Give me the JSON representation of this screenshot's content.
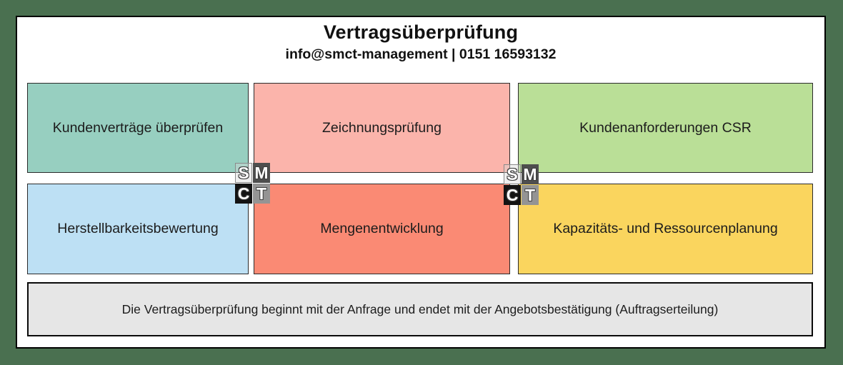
{
  "canvas": {
    "background": "#4A7050",
    "panel_background": "#FFFFFF",
    "panel_border": "#000000"
  },
  "header": {
    "title": "Vertragsüberprüfung",
    "subtitle": "info@smct-management | 0151 16593132"
  },
  "process_boxes": [
    {
      "label": "Kundenverträge überprüfen",
      "color": "#97CFC0"
    },
    {
      "label": "Zeichnungsprüfung",
      "color": "#FBB4AB"
    },
    {
      "label": "Kundenanforderungen CSR",
      "color": "#BADF97"
    },
    {
      "label": "Herstellbarkeitsbewertung",
      "color": "#BDE0F4"
    },
    {
      "label": "Mengenentwicklung",
      "color": "#FA8A74"
    },
    {
      "label": "Kapazitäts- und Ressourcenplanung",
      "color": "#FAD55E"
    }
  ],
  "footer": {
    "note": "Die Vertragsüberprüfung beginnt mit der Anfrage und endet mit der Angebotsbestätigung (Auftragserteilung)",
    "background": "#E6E6E6"
  },
  "watermark": {
    "letters": [
      "S",
      "M",
      "C",
      "T"
    ]
  }
}
